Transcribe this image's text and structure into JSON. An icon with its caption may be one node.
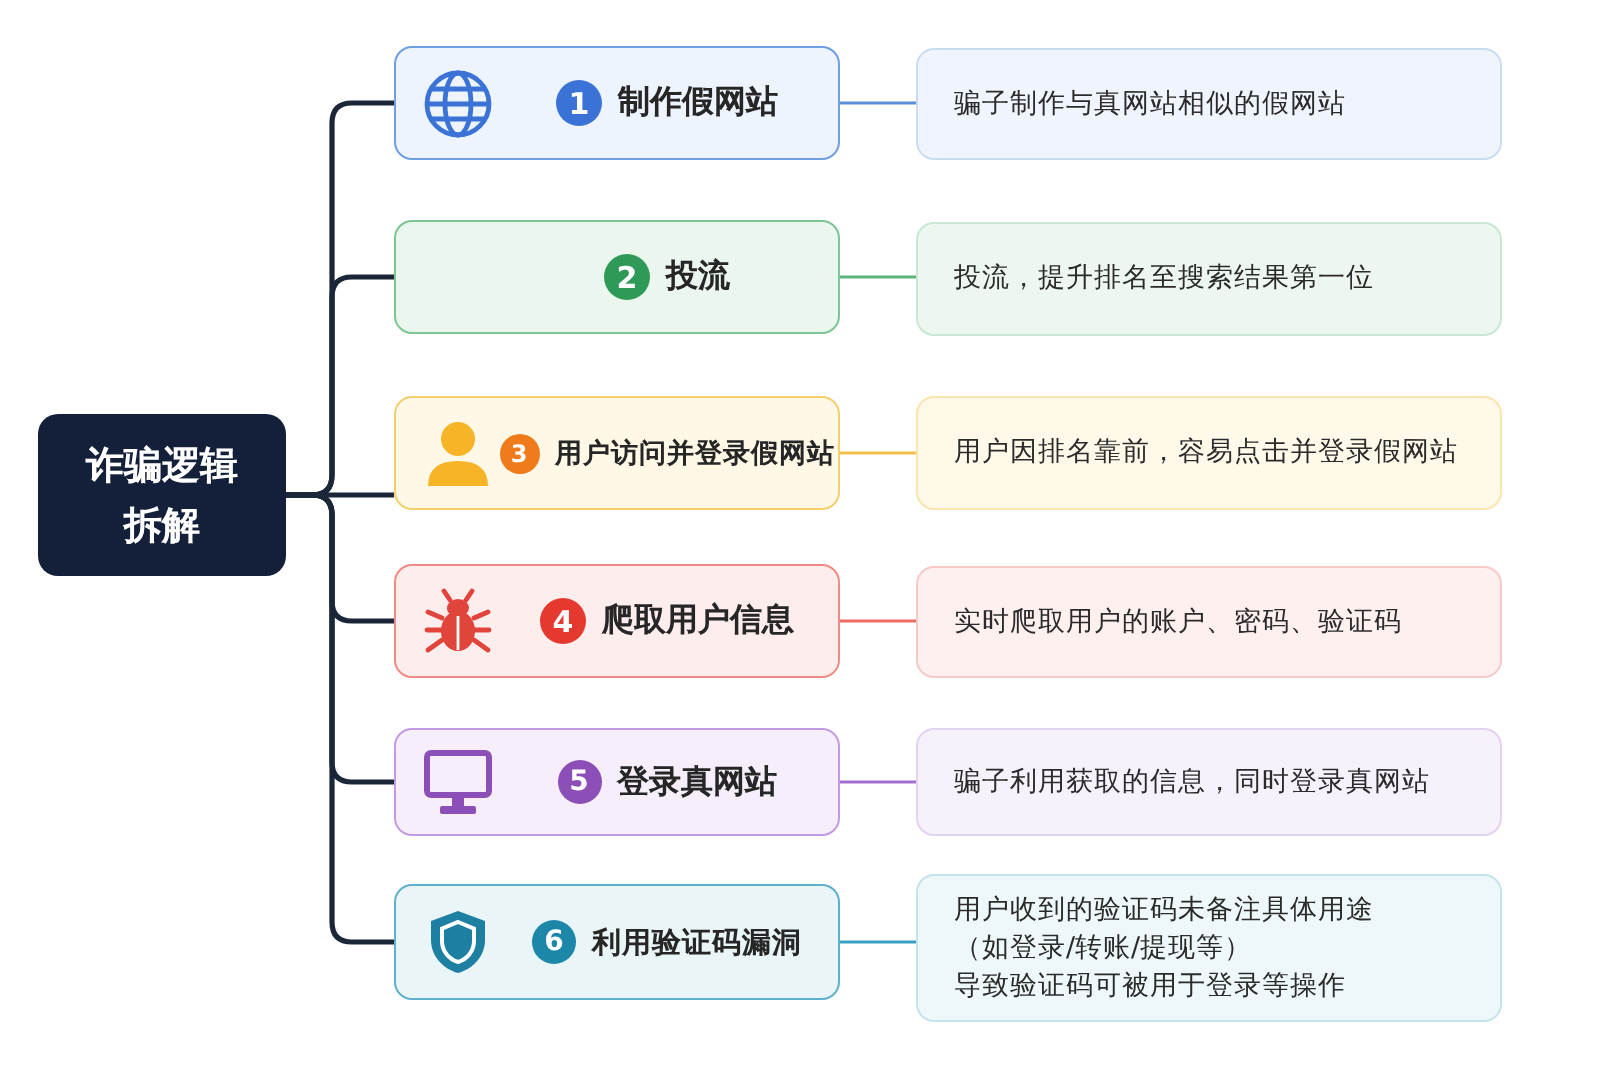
{
  "diagram": {
    "nodes": [
      {
        "text": [
          "诈骗逻辑拆解"
        ]
      },
      {
        "text": [
          "制作假网站"
        ]
      },
      {
        "text": [
          "1"
        ],
        "in": 1
      },
      {
        "text": [
          "骗子制作与真网站相似的假网站"
        ]
      },
      {
        "text": [
          "投流"
        ]
      },
      {
        "text": [
          "2"
        ],
        "in": 4
      },
      {
        "text": [
          "投流，提升排名至搜索结果第一位"
        ]
      },
      {
        "text": [
          "用户访问并登录假网站"
        ]
      },
      {
        "text": [
          "3"
        ],
        "in": 7
      },
      {
        "text": [
          "用户因排名靠前，容易点击并登录假网站"
        ]
      },
      {
        "text": [
          "爬取用户信息"
        ]
      },
      {
        "text": [
          "4"
        ],
        "in": 10
      },
      {
        "text": [
          "实时爬取用户的账户、密码、验证码"
        ]
      },
      {
        "text": [
          "登录真网站"
        ]
      },
      {
        "text": [
          "5"
        ],
        "in": 13
      },
      {
        "text": [
          "骗子利用获取的信息，同时登录真网站"
        ]
      },
      {
        "text": [
          "利用验证码漏洞"
        ]
      },
      {
        "text": [
          "6"
        ],
        "in": 16
      },
      {
        "text": [
          "用户收到的验证码未备注具体用途",
          "（如登录/转账/提现等）",
          "导致验证码可被用于登录等操作"
        ]
      }
    ],
    "edges": [
      {
        "from": 0,
        "to": 1,
        "arrow": "none"
      },
      {
        "from": 0,
        "to": 4,
        "arrow": "none"
      },
      {
        "from": 0,
        "to": 7,
        "arrow": "none"
      },
      {
        "from": 0,
        "to": 10,
        "arrow": "none"
      },
      {
        "from": 0,
        "to": 13,
        "arrow": "none"
      },
      {
        "from": 0,
        "to": 16,
        "arrow": "none"
      },
      {
        "from": 1,
        "to": 3,
        "arrow": "none",
        "color": "#5b8fd9"
      },
      {
        "from": 4,
        "to": 6,
        "arrow": "none",
        "color": "#5db57a"
      },
      {
        "from": 7,
        "to": 9,
        "arrow": "none",
        "color": "#f5c04a"
      },
      {
        "from": 10,
        "to": 12,
        "arrow": "none",
        "color": "#ec6b64"
      },
      {
        "from": 13,
        "to": 15,
        "arrow": "none",
        "color": "#a56fd0"
      },
      {
        "from": 16,
        "to": 18,
        "arrow": "none",
        "color": "#3a9fc0"
      }
    ]
  }
}
